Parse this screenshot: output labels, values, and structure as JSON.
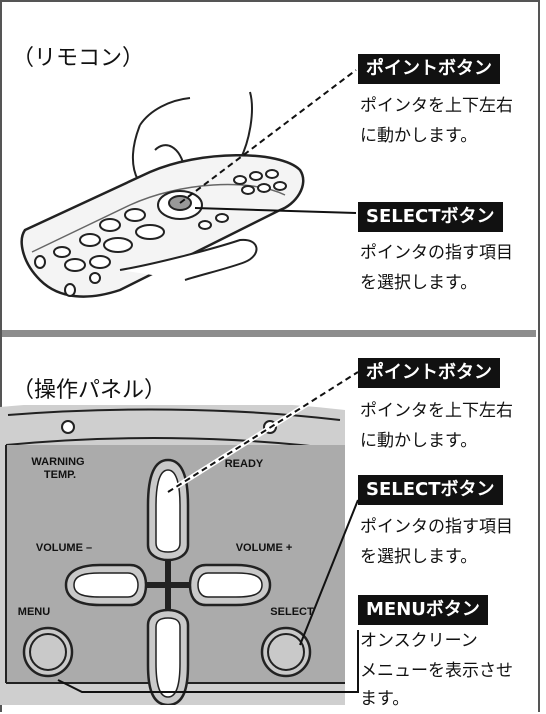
{
  "remote_section": {
    "title": "（リモコン）",
    "point_button": {
      "label": "ポイントボタン",
      "desc": [
        "ポインタを上下左右",
        "に動かします。"
      ]
    },
    "select_button": {
      "label": "SELECTボタン",
      "desc": [
        "ポインタの指す項目",
        "を選択します。"
      ]
    }
  },
  "panel_section": {
    "title": "（操作パネル）",
    "point_button": {
      "label": "ポイントボタン",
      "desc": [
        "ポインタを上下左右",
        "に動かします。"
      ]
    },
    "select_button": {
      "label": "SELECTボタン",
      "desc": [
        "ポインタの指す項目",
        "を選択します。"
      ]
    },
    "menu_button": {
      "label": "MENUボタン",
      "desc": [
        "オンスクリーン",
        "メニューを表示させ",
        "ます。"
      ]
    },
    "panel_labels": {
      "warning": "WARNING",
      "temp": "TEMP.",
      "ready": "READY",
      "volume_minus": "VOLUME –",
      "volume_plus": "VOLUME +",
      "menu": "MENU",
      "select": "SELECT"
    }
  }
}
